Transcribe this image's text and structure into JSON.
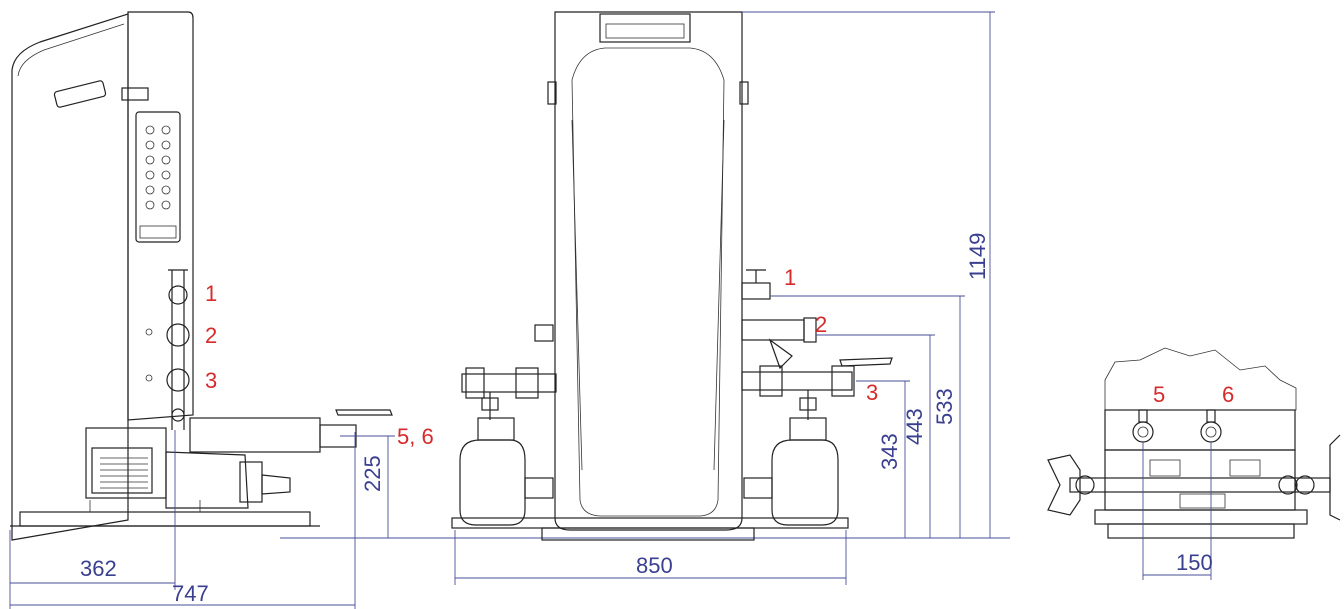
{
  "callouts": {
    "side": [
      "1",
      "2",
      "3",
      "5, 6"
    ],
    "front": [
      "1",
      "2",
      "3"
    ],
    "bottom": [
      "5",
      "6"
    ]
  },
  "dimensions": {
    "d362": "362",
    "d747": "747",
    "d225": "225",
    "d850": "850",
    "d343": "343",
    "d443": "443",
    "d533": "533",
    "d1149": "1149",
    "d150": "150"
  },
  "colors": {
    "callout": "#d62b2b",
    "dimension": "#3a3f8f",
    "outline": "#222222"
  }
}
